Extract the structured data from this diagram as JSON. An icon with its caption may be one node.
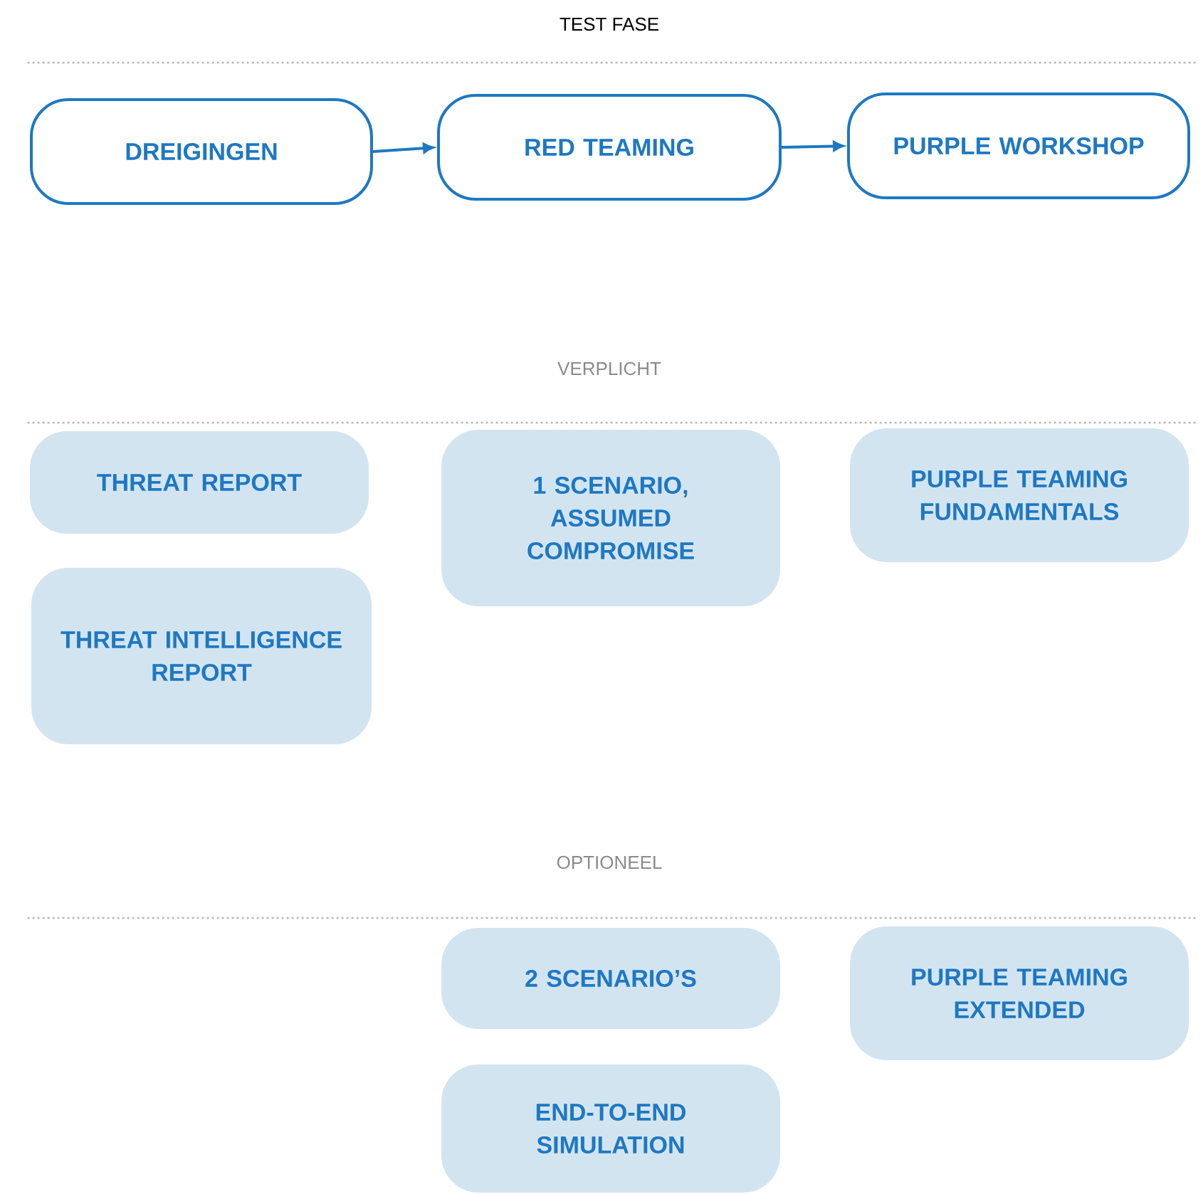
{
  "diagram": {
    "nodes": [
      {
        "text": [
          "DREIGINGEN"
        ]
      },
      {
        "text": [
          "RED TEAMING"
        ]
      },
      {
        "text": [
          "PURPLE WORKSHOP"
        ]
      },
      {
        "text": [
          "THREAT REPORT"
        ]
      },
      {
        "text": [
          "1 SCENARIO, ASSUMED COMPROMISE"
        ]
      },
      {
        "text": [
          "PURPLE TEAMING FUNDAMENTALS"
        ]
      },
      {
        "text": [
          "THREAT INTELLIGENCE REPORT"
        ]
      },
      {
        "text": [
          "2 SCENARIO’S"
        ]
      },
      {
        "text": [
          "PURPLE TEAMING EXTENDED"
        ]
      },
      {
        "text": [
          "END-TO-END SIMULATION"
        ]
      }
    ],
    "edges": [
      {
        "from": 0,
        "to": 1,
        "arrow": "to"
      },
      {
        "from": 1,
        "to": 2,
        "arrow": "to"
      }
    ],
    "labels": [
      "TEST FASE",
      "VERPLICHT",
      "OPTIONEEL"
    ]
  }
}
